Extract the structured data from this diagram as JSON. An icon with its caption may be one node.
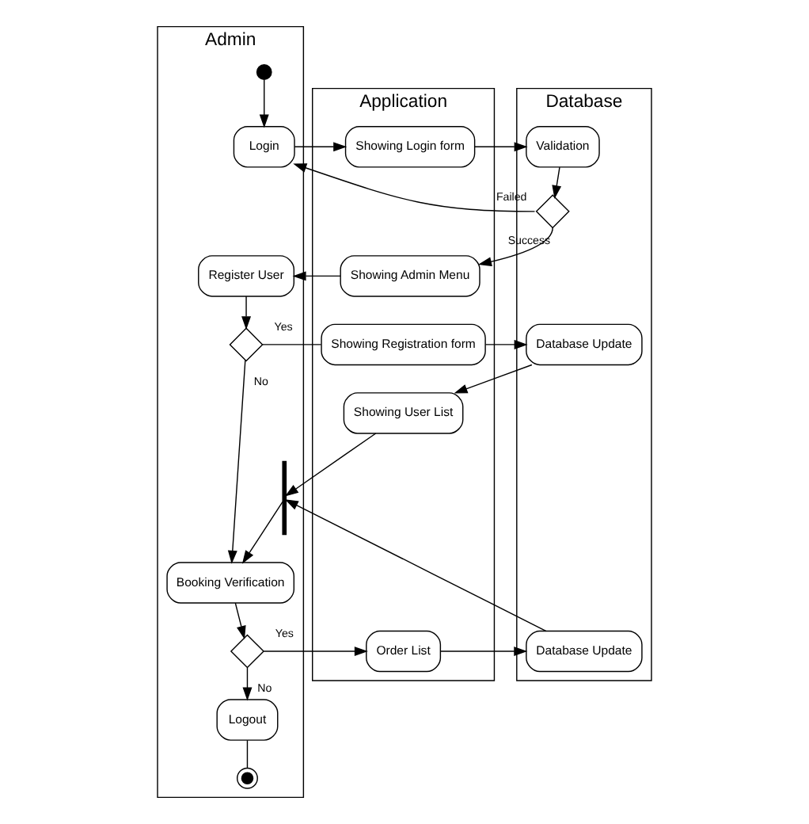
{
  "diagram": {
    "nodes": [
      {
        "text": [
          "Admin"
        ]
      },
      {
        "text": [
          "Application"
        ]
      },
      {
        "text": [
          "Database"
        ]
      },
      {
        "text": [],
        "shape": "circle",
        "in": 0
      },
      {
        "text": [
          "Login"
        ],
        "in": 0
      },
      {
        "text": [
          "Showing Login form"
        ],
        "in": 1
      },
      {
        "text": [
          "Validation"
        ],
        "in": 2
      },
      {
        "text": [],
        "shape": "diamond",
        "in": 2
      },
      {
        "text": [
          "Showing Admin Menu"
        ],
        "in": 1
      },
      {
        "text": [
          "Register User"
        ],
        "in": 0
      },
      {
        "text": [],
        "shape": "diamond",
        "in": 0
      },
      {
        "text": [
          "Showing Registration form"
        ],
        "in": 1
      },
      {
        "text": [
          "Database Update"
        ],
        "in": 2
      },
      {
        "text": [
          "Showing User List"
        ],
        "in": 1
      },
      {
        "text": [],
        "shape": "bar",
        "in": 0
      },
      {
        "text": [
          "Booking Verification"
        ],
        "in": 0
      },
      {
        "text": [],
        "shape": "diamond",
        "in": 0
      },
      {
        "text": [
          "Order List"
        ],
        "in": 1
      },
      {
        "text": [
          "Database Update"
        ],
        "in": 2
      },
      {
        "text": [
          "Logout"
        ],
        "in": 0
      },
      {
        "text": [],
        "shape": "circle",
        "in": 0
      }
    ],
    "edges": [
      {
        "from": 3,
        "to": 4,
        "arrow": "to"
      },
      {
        "from": 4,
        "to": 5,
        "arrow": "to"
      },
      {
        "from": 5,
        "to": 6,
        "arrow": "to"
      },
      {
        "from": 6,
        "to": 7,
        "arrow": "to"
      },
      {
        "from": 7,
        "to": 4,
        "arrow": "to",
        "label": "Failed"
      },
      {
        "from": 7,
        "to": 8,
        "arrow": "to",
        "label": "Success"
      },
      {
        "from": 8,
        "to": 9,
        "arrow": "to"
      },
      {
        "from": 9,
        "to": 10,
        "arrow": "to"
      },
      {
        "from": 10,
        "to": 11,
        "arrow": "none",
        "label": "Yes"
      },
      {
        "from": 11,
        "to": 12,
        "arrow": "to"
      },
      {
        "from": 12,
        "to": 13,
        "arrow": "to"
      },
      {
        "from": 13,
        "to": 14,
        "arrow": "to"
      },
      {
        "from": 10,
        "to": 15,
        "arrow": "to",
        "label": "No"
      },
      {
        "from": 14,
        "to": 15,
        "arrow": "to"
      },
      {
        "from": 18,
        "to": 14,
        "arrow": "to"
      },
      {
        "from": 15,
        "to": 16,
        "arrow": "to"
      },
      {
        "from": 16,
        "to": 17,
        "arrow": "to",
        "label": "Yes"
      },
      {
        "from": 17,
        "to": 18,
        "arrow": "to"
      },
      {
        "from": 16,
        "to": 19,
        "arrow": "to",
        "label": "No"
      },
      {
        "from": 19,
        "to": 20,
        "arrow": "none"
      }
    ]
  }
}
